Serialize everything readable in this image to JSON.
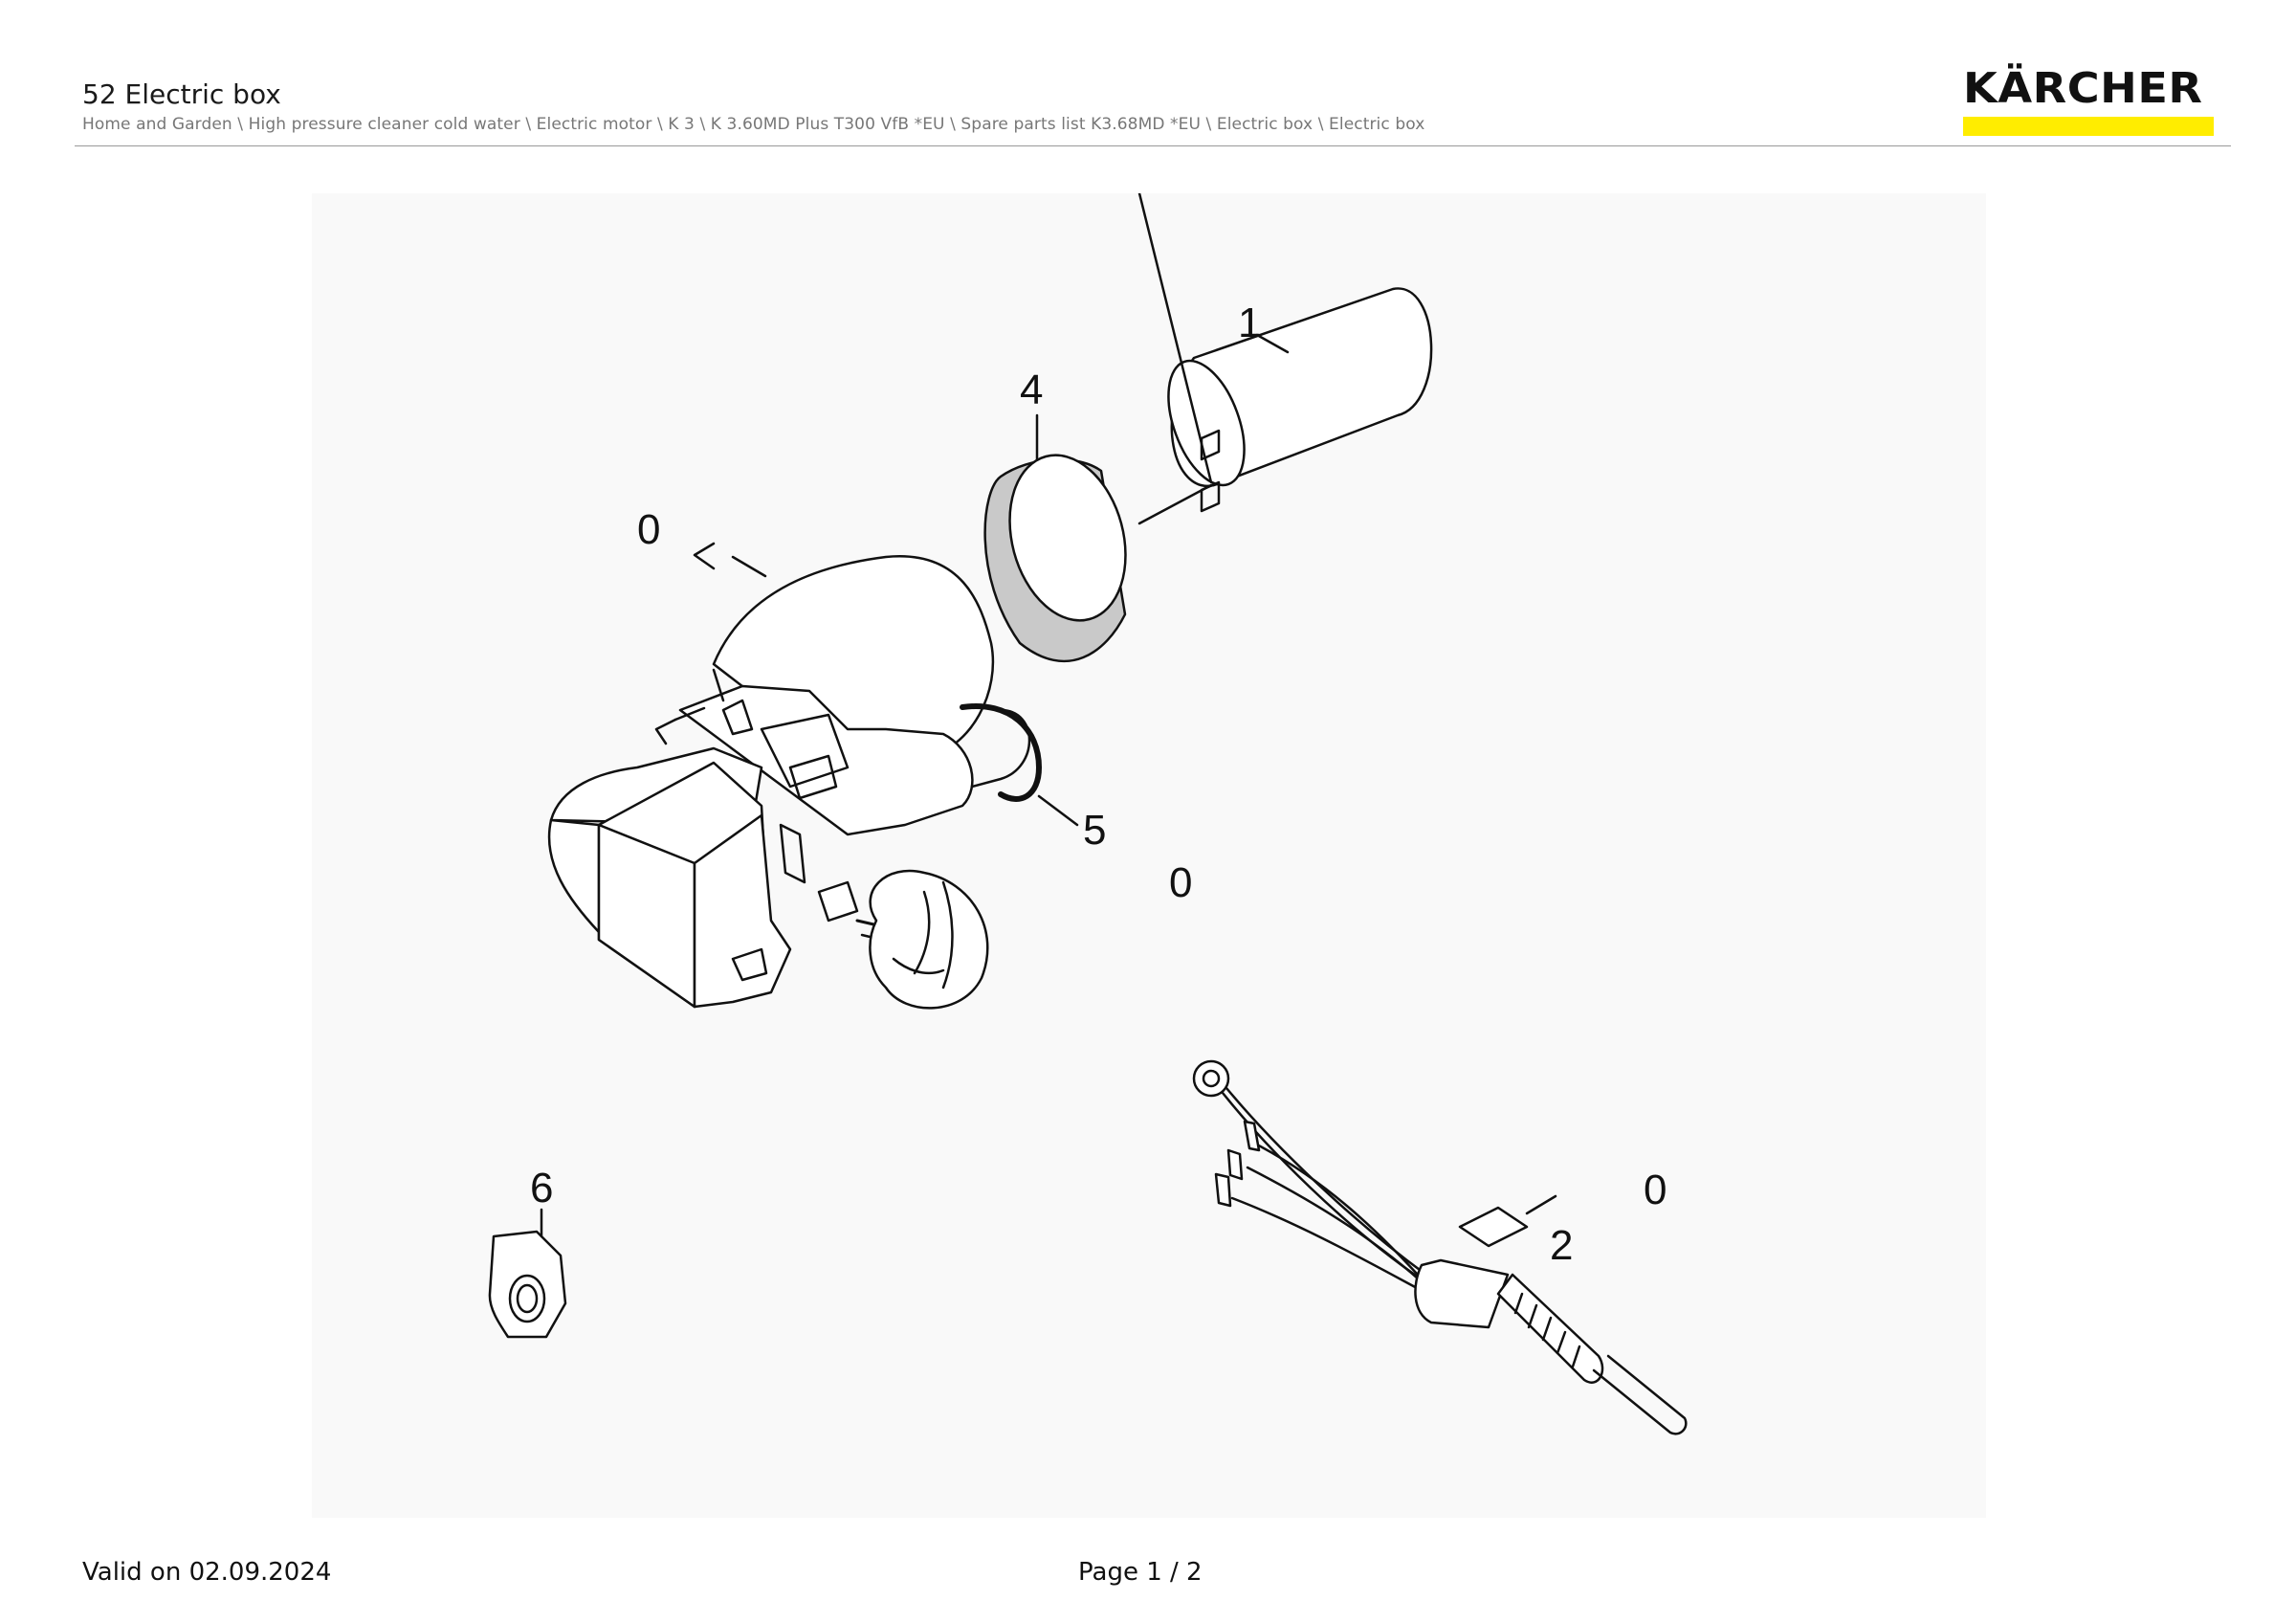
{
  "header": {
    "title": "52 Electric box",
    "breadcrumb": "Home and Garden \\ High pressure cleaner cold water \\ Electric motor \\ K 3 \\ K 3.60MD Plus T300 VfB *EU \\ Spare parts list K3.68MD *EU \\ Electric box \\ Electric box"
  },
  "logo": {
    "text": "KÄRCHER",
    "bar_color": "#ffed00"
  },
  "diagram": {
    "callouts": [
      "1",
      "4",
      "0",
      "5",
      "0",
      "6",
      "0",
      "2"
    ]
  },
  "footer": {
    "valid": "Valid on 02.09.2024",
    "page": "Page 1 / 2"
  }
}
